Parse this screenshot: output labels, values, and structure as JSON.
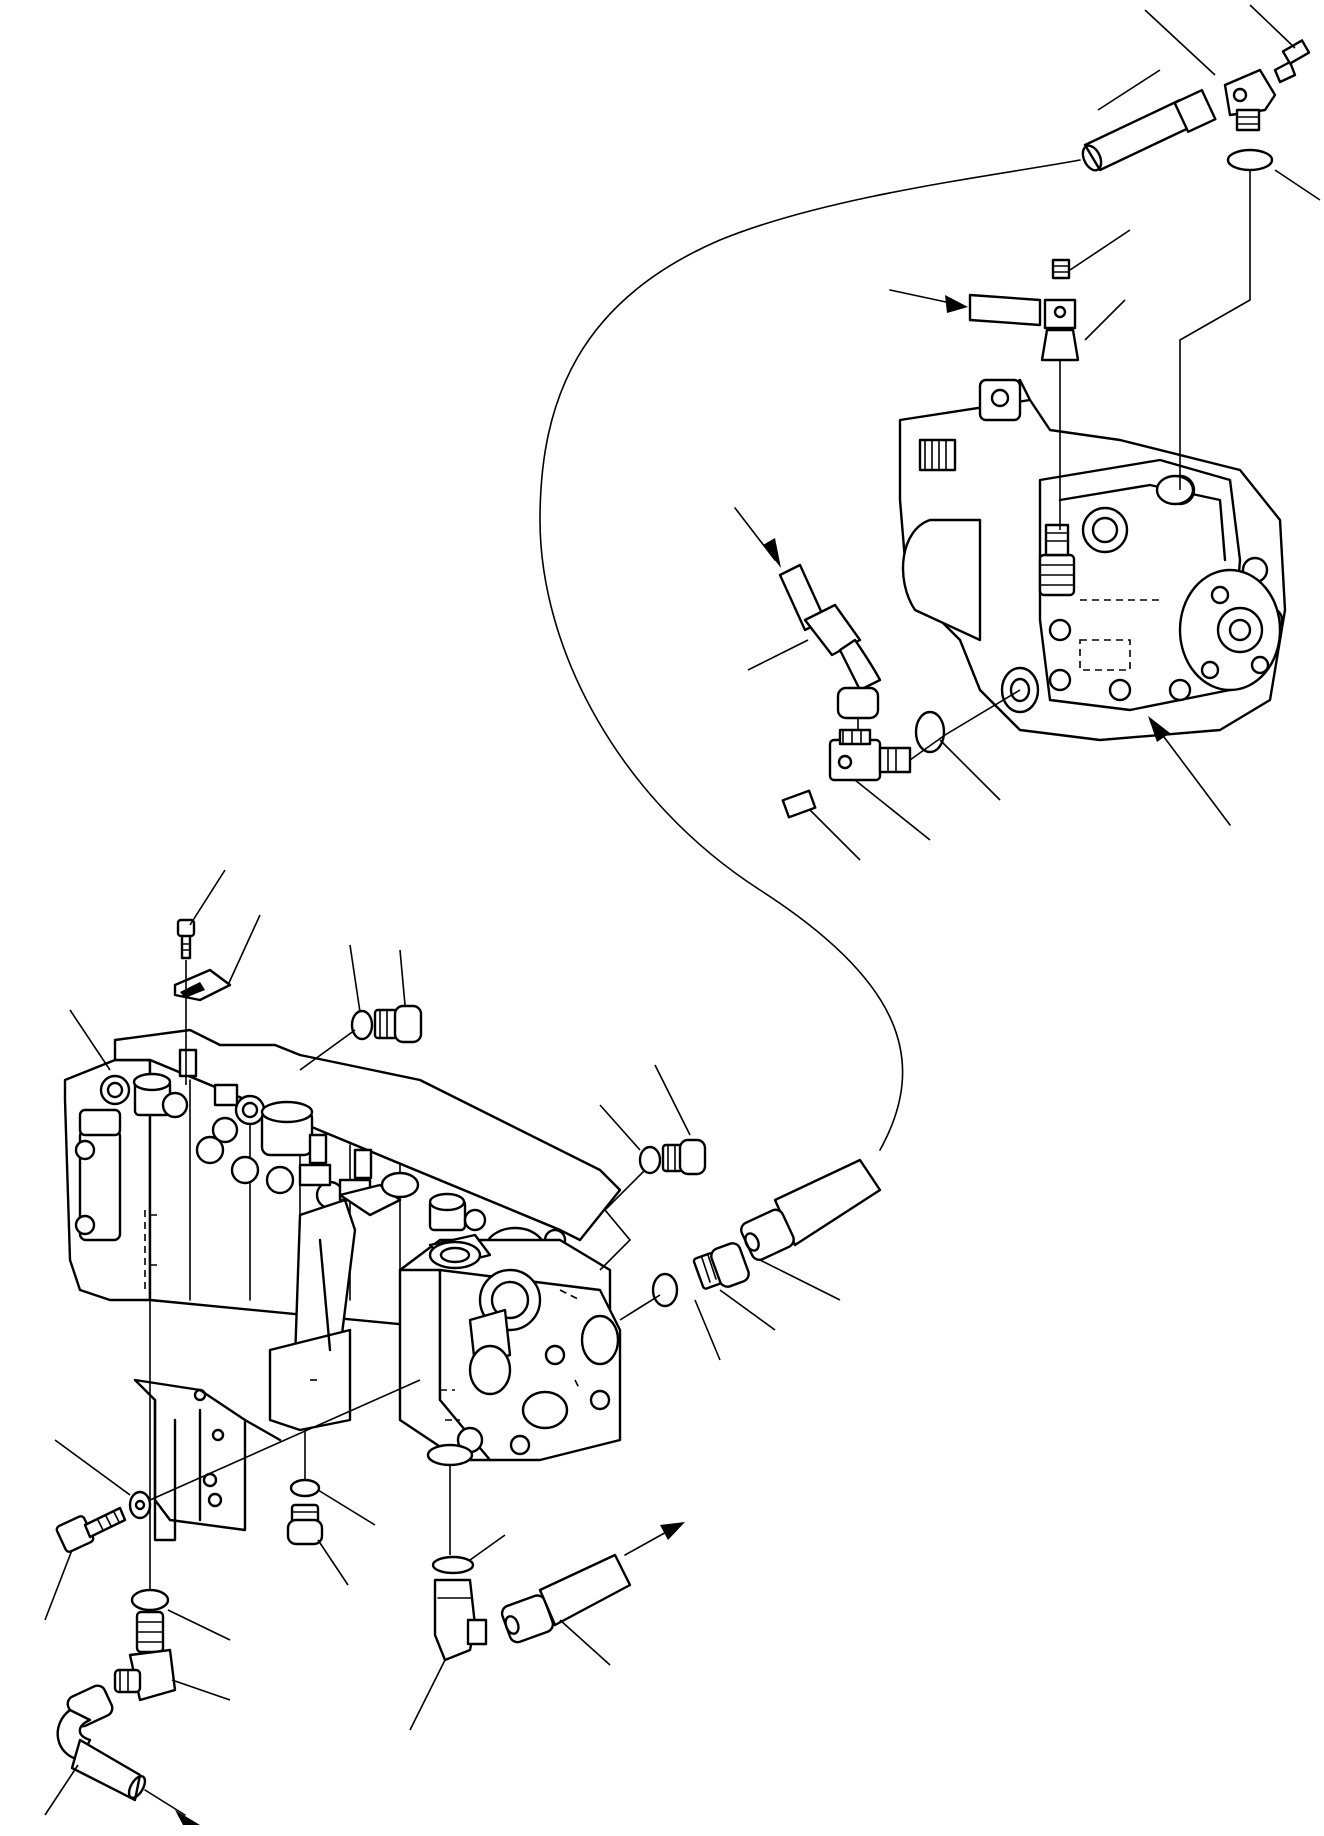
{
  "figure": {
    "description_hidden": "",
    "components": [
      {
        "id": "hydraulic-pump",
        "kind": "assembly"
      },
      {
        "id": "main-control-valve",
        "kind": "assembly"
      },
      {
        "id": "connecting-hose",
        "kind": "hose"
      }
    ],
    "flow_arrows": [
      "inlet-to-pump-top",
      "inlet-to-pump-left",
      "outlet-right",
      "outlet-bottom-left",
      "pointer-to-pump"
    ]
  }
}
